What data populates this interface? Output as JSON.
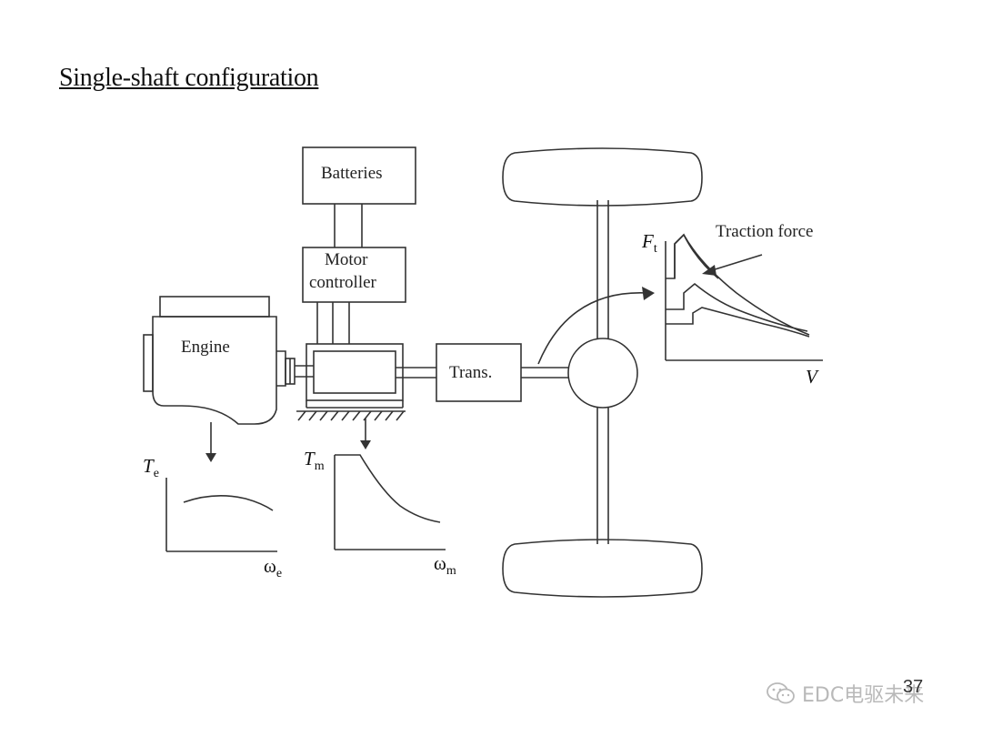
{
  "title": "Single-shaft configuration",
  "components": {
    "batteries": "Batteries",
    "motor_controller_line1": "Motor",
    "motor_controller_line2": "controller",
    "engine": "Engine",
    "transmission": "Trans."
  },
  "annotations": {
    "traction_force": "Traction force"
  },
  "plots": {
    "engine_torque": {
      "y_symbol": "T",
      "y_sub": "e",
      "x_symbol": "ω",
      "x_sub": "e"
    },
    "motor_torque": {
      "y_symbol": "T",
      "y_sub": "m",
      "x_symbol": "ω",
      "x_sub": "m"
    },
    "traction": {
      "y_symbol": "F",
      "y_sub": "t",
      "x_symbol": "V"
    }
  },
  "page_number": "37",
  "watermark": "EDC电驱未来",
  "colors": {
    "line": "#333333",
    "text": "#111111",
    "watermark": "#b9b9b9"
  }
}
